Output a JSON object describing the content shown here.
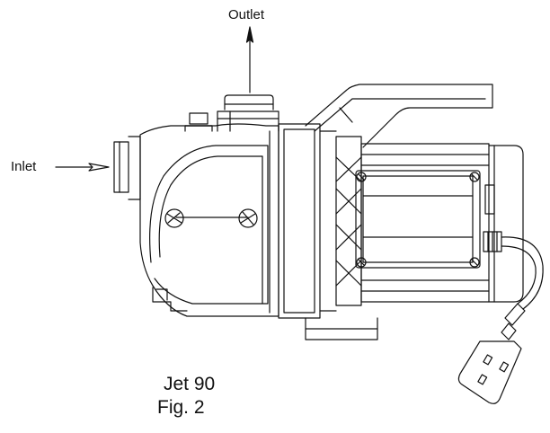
{
  "labels": {
    "outlet": "Outlet",
    "inlet": "Inlet"
  },
  "caption": {
    "model": "Jet 90",
    "figure": "Fig. 2"
  },
  "colors": {
    "line": "#111111",
    "background": "#ffffff"
  }
}
